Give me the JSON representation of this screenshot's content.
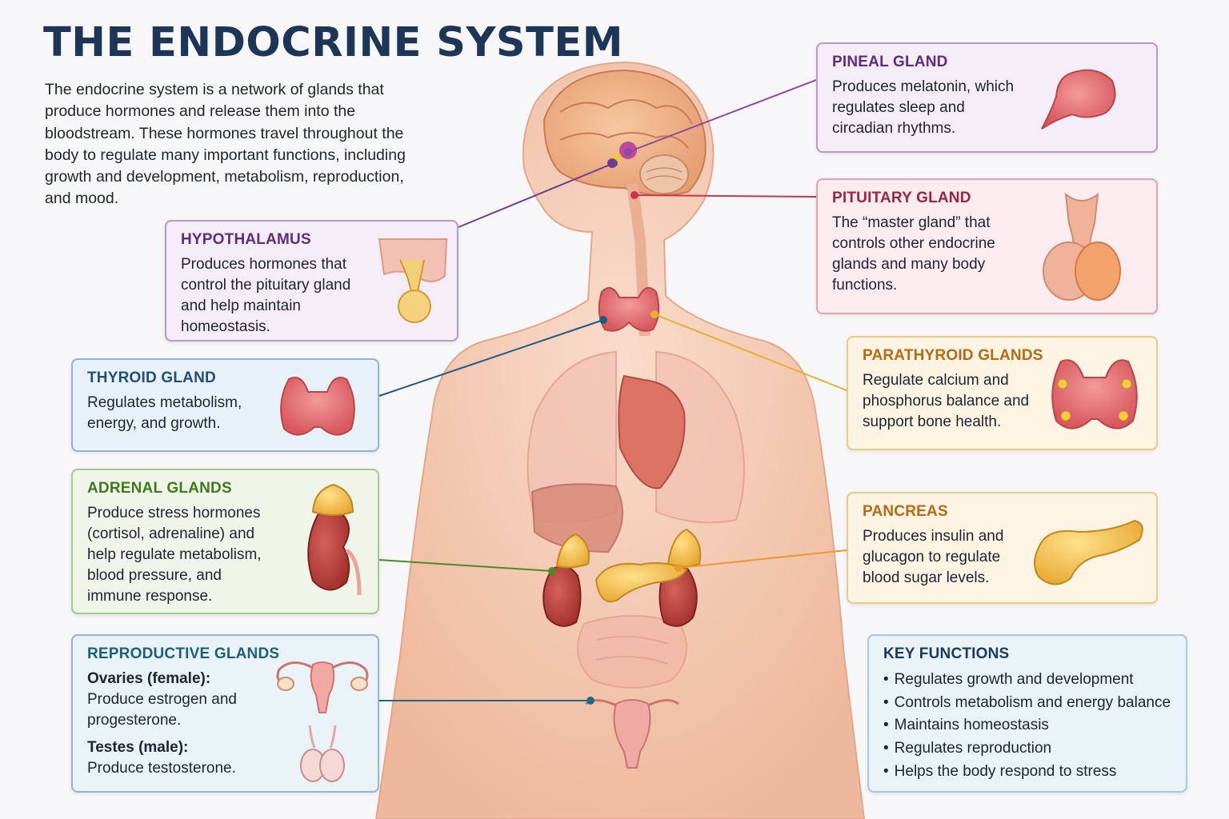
{
  "title": "THE ENDOCRINE SYSTEM",
  "intro": "The endocrine system is a network of glands that produce hormones and release them into the bloodstream. These hormones travel throughout the body to regulate many important functions, including growth and development, metabolism, reproduction, and mood.",
  "cards": {
    "pineal": {
      "title": "PINEAL GLAND",
      "desc": "Produces melatonin, which regulates sleep and circadian rhythms."
    },
    "pituitary": {
      "title": "PITUITARY GLAND",
      "desc": "The “master gland” that controls other endocrine glands and many body functions."
    },
    "hypothalamus": {
      "title": "HYPOTHALAMUS",
      "desc": "Produces hormones that control the pituitary gland and help maintain homeostasis."
    },
    "thyroid": {
      "title": "THYROID GLAND",
      "desc": "Regulates metabolism, energy, and growth."
    },
    "parathyroid": {
      "title": "PARATHYROID GLANDS",
      "desc": "Regulate calcium and phosphorus balance and support bone health."
    },
    "adrenal": {
      "title": "ADRENAL GLANDS",
      "desc": "Produce stress hormones (cortisol, adrenaline) and help regulate metabolism, blood pressure, and immune response."
    },
    "pancreas": {
      "title": "PANCREAS",
      "desc": "Produces insulin and glucagon to regulate blood sugar levels."
    },
    "reproductive": {
      "title": "REPRODUCTIVE GLANDS",
      "ovaries_label": "Ovaries (female):",
      "ovaries_desc": "Produce estrogen and progesterone.",
      "testes_label": "Testes (male):",
      "testes_desc": "Produce testosterone."
    }
  },
  "key_functions": {
    "title": "KEY FUNCTIONS",
    "items": [
      "Regulates growth and development",
      "Controls metabolism and energy balance",
      "Maintains homeostasis",
      "Regulates reproduction",
      "Helps the body respond to stress"
    ]
  },
  "colors": {
    "title": "#1d3556",
    "pineal_line": "#8a4aa0",
    "pituitary_line": "#c9344f",
    "thyroid_line": "#1f5a86",
    "parathyroid_line": "#e6b22e",
    "adrenal_line": "#4c8a25",
    "pancreas_line": "#e99a2a",
    "reproductive_line": "#1e6a86",
    "skin": "#f4c7ad",
    "gland_red": "#e2777a",
    "gland_yellow": "#f4c54e"
  }
}
